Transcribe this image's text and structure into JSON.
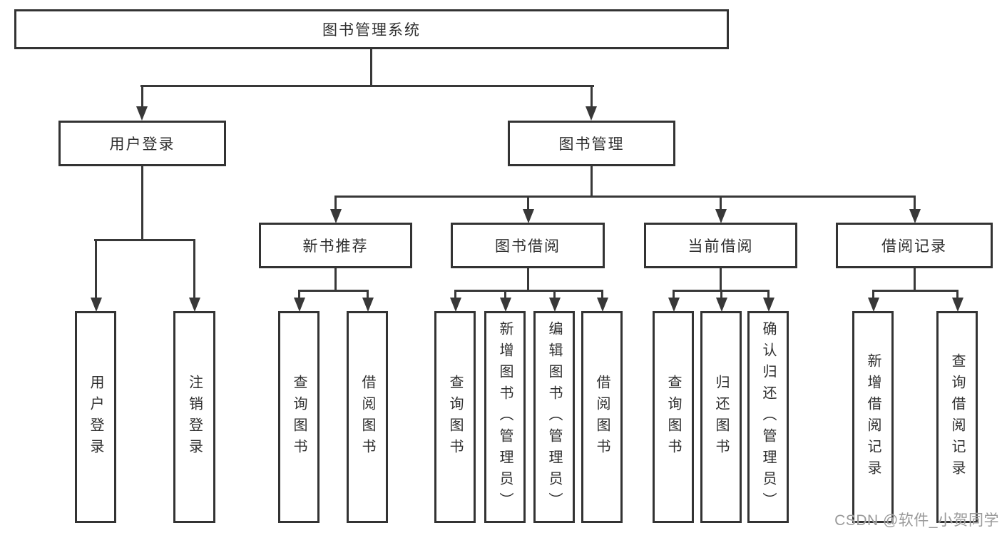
{
  "tree": {
    "root": "图书管理系统",
    "branches": [
      {
        "label": "用户登录",
        "leaves": [
          "用户登录",
          "注销登录"
        ]
      },
      {
        "label": "图书管理",
        "groups": [
          {
            "label": "新书推荐",
            "leaves": [
              "查询图书",
              "借阅图书"
            ]
          },
          {
            "label": "图书借阅",
            "leaves": [
              "查询图书",
              "新增图书（管理员）",
              "编辑图书（管理员）",
              "借阅图书"
            ]
          },
          {
            "label": "当前借阅",
            "leaves": [
              "查询图书",
              "归还图书",
              "确认归还（管理员）"
            ]
          },
          {
            "label": "借阅记录",
            "leaves": [
              "新增借阅记录",
              "查询借阅记录"
            ]
          }
        ]
      }
    ]
  },
  "watermark": "CSDN @软件_小贺同学",
  "colors": {
    "line": "#383838",
    "box_border": "#333333",
    "text": "#2f2f2f",
    "watermark": "#9a9a9a"
  }
}
